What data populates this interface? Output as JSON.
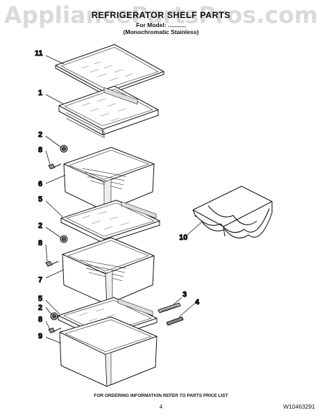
{
  "watermark": "AppliancePartsPros.com",
  "title": "REFRIGERATOR SHELF PARTS",
  "subtitle_model": "For Model: ...........",
  "subtitle_finish": "(Monochromatic Stainless)",
  "callouts": {
    "c11": "11",
    "c1": "1",
    "c2a": "2",
    "c8a": "8",
    "c6": "6",
    "c5a": "5",
    "c2b": "2",
    "c8b": "8",
    "c7": "7",
    "c10": "10",
    "c3": "3",
    "c4": "4",
    "c5b": "5",
    "c2c": "2",
    "c8c": "8",
    "c9": "9"
  },
  "footer_note": "FOR ORDERING INFORMATION REFER TO PARTS PRICE LIST",
  "page_number": "4",
  "document_number": "W10463291"
}
